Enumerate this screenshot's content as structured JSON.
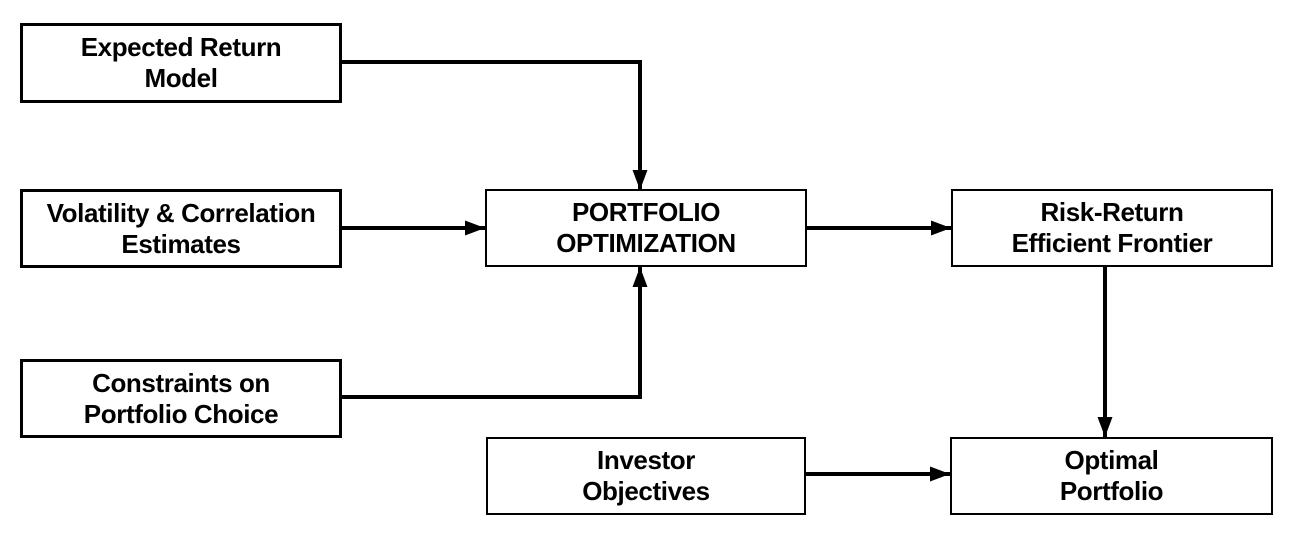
{
  "nodes": [
    {
      "id": "expected-return-model",
      "line1": "Expected Return",
      "line2": "Model"
    },
    {
      "id": "volatility-correlation",
      "line1": "Volatility & Correlation",
      "line2": "Estimates"
    },
    {
      "id": "constraints-portfolio-choice",
      "line1": "Constraints on",
      "line2": "Portfolio Choice"
    },
    {
      "id": "portfolio-optimization",
      "line1": "PORTFOLIO",
      "line2": "OPTIMIZATION"
    },
    {
      "id": "risk-return-frontier",
      "line1": "Risk-Return",
      "line2": "Efficient Frontier"
    },
    {
      "id": "investor-objectives",
      "line1": "Investor",
      "line2": "Objectives"
    },
    {
      "id": "optimal-portfolio",
      "line1": "Optimal",
      "line2": "Portfolio"
    }
  ],
  "edges": [
    {
      "from": "expected-return-model",
      "to": "portfolio-optimization"
    },
    {
      "from": "volatility-correlation",
      "to": "portfolio-optimization"
    },
    {
      "from": "constraints-portfolio-choice",
      "to": "portfolio-optimization"
    },
    {
      "from": "portfolio-optimization",
      "to": "risk-return-frontier"
    },
    {
      "from": "risk-return-frontier",
      "to": "optimal-portfolio"
    },
    {
      "from": "investor-objectives",
      "to": "optimal-portfolio"
    }
  ],
  "colors": {
    "stroke": "#000000",
    "background": "#ffffff",
    "box_fill": "#ffffff"
  }
}
